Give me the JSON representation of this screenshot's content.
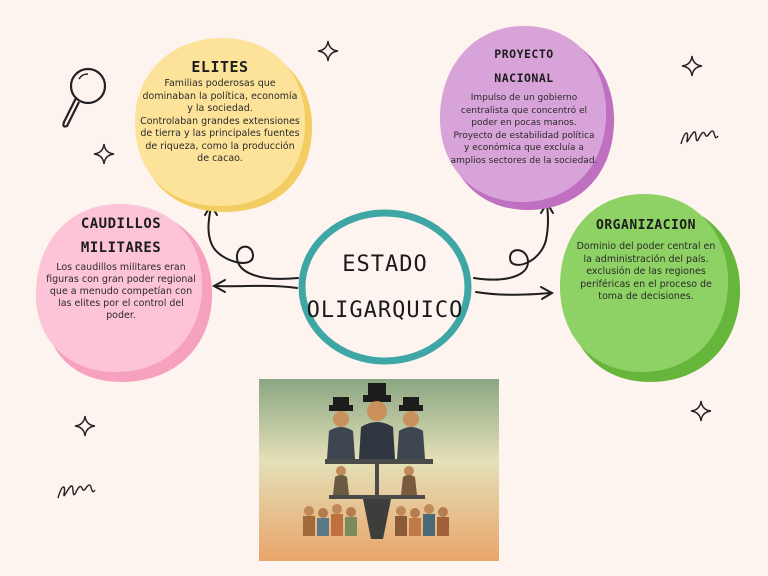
{
  "center": {
    "title": "ESTADO\nOLIGARQUICO",
    "ring_color": "#3fa6a6"
  },
  "nodes": {
    "elites": {
      "title": "ELITES",
      "body": "Familias poderosas que dominaban la política, economía y la sociedad.\nControlaban grandes extensiones de tierra y las principales fuentes de riqueza, como la producción de cacao.",
      "color": "#fde39a",
      "shadow": "#f4cd62"
    },
    "proyecto": {
      "title": "PROYECTO\nNACIONAL",
      "body": "Impulso de un gobierno centralista que concentró el poder en pocas manos.\nProyecto de estabilidad política y económica que excluía a amplios sectores de la sociedad.",
      "color": "#d8a3d8",
      "shadow": "#bf70c0"
    },
    "caudillos": {
      "title": "CAUDILLOS\nMILITARES",
      "body": "Los caudillos militares eran figuras con gran poder regional que a menudo competían con las elites por el control del poder.",
      "color": "#fcc4d6",
      "shadow": "#f6a2bf"
    },
    "organizacion": {
      "title": "ORGANIZACION",
      "body": "Dominio del poder central en la administración del país.\nexclusión de las regiones periféricas en el proceso de toma de decisiones.",
      "color": "#8ed164",
      "shadow": "#67b63c"
    }
  },
  "illustration": {
    "alt": "Ilustración de una pirámide social con figuras de élite en la cima y el pueblo en la base"
  }
}
